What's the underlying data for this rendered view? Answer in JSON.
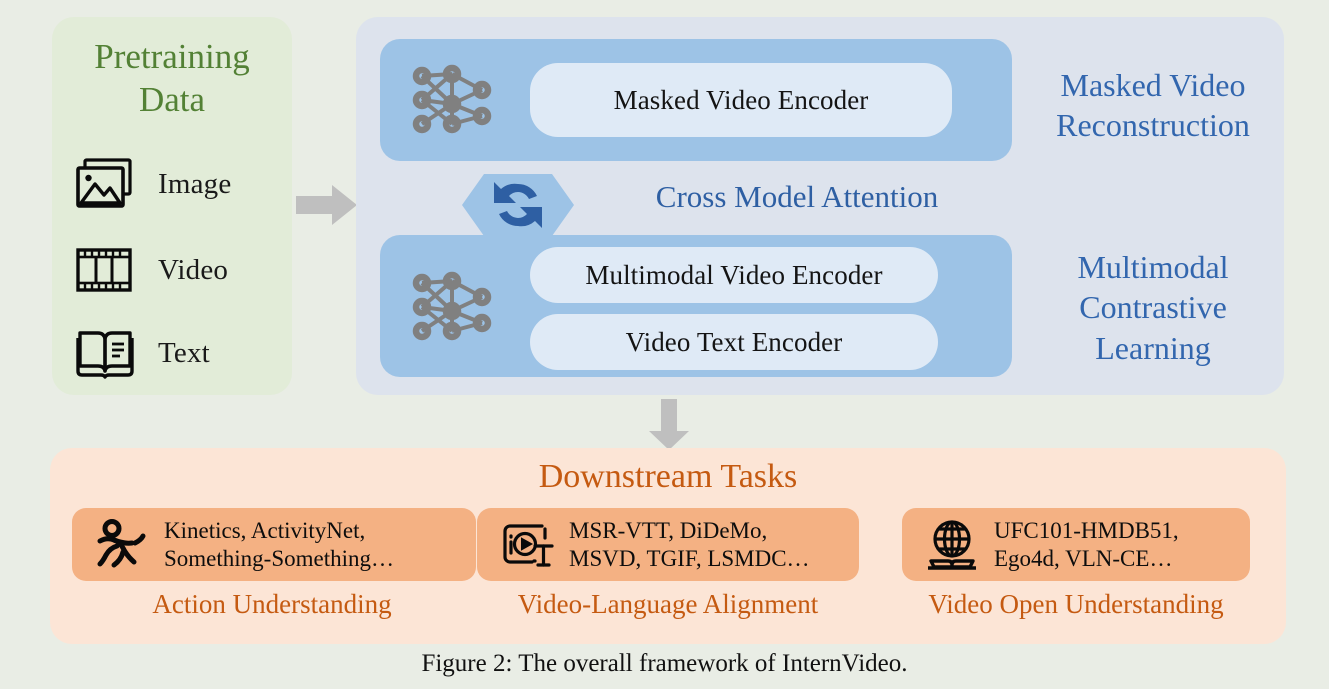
{
  "colors": {
    "page_bg": "#e9ede5",
    "pretrain_bg": "#e2ecd8",
    "pretrain_title": "#538135",
    "model_panel_bg": "#dde3ed",
    "encoder_block": "#9dc3e6",
    "pill_bg": "#dfeaf6",
    "accent_blue": "#2e5fa3",
    "tasks_panel_bg": "#fce5d6",
    "task_chip_bg": "#f4b183",
    "tasks_accent": "#c55a11",
    "arrow_gray": "#bfbfbf",
    "nn_icon_gray": "#808080"
  },
  "pretraining": {
    "title": "Pretraining\nData",
    "items": [
      {
        "icon": "image-icon",
        "label": "Image"
      },
      {
        "icon": "video-film-icon",
        "label": "Video"
      },
      {
        "icon": "book-icon",
        "label": "Text"
      }
    ]
  },
  "arrows": {
    "data_to_model": "right-arrow-icon",
    "model_to_tasks": "down-arrow-icon",
    "contrastive": "double-curved-arrow-icon"
  },
  "model": {
    "masked_block": {
      "icon": "neural-network-icon",
      "pill_label": "Masked Video Encoder"
    },
    "cross_attention": {
      "icon": "sync-arrows-icon",
      "label": "Cross Model Attention"
    },
    "multimodal_block": {
      "icon": "neural-network-icon",
      "pills": [
        "Multimodal Video Encoder",
        "Video Text Encoder"
      ]
    },
    "stage_labels": [
      "Masked Video\nReconstruction",
      "Multimodal\nContrastive\nLearning"
    ]
  },
  "downstream": {
    "title": "Downstream Tasks",
    "tasks": [
      {
        "icon": "running-person-icon",
        "datasets": "Kinetics, ActivityNet,\nSomething-Something…",
        "caption": "Action Understanding"
      },
      {
        "icon": "video-text-icon",
        "datasets": "MSR-VTT, DiDeMo,\nMSVD, TGIF, LSMDC…",
        "caption": "Video-Language Alignment"
      },
      {
        "icon": "globe-book-icon",
        "datasets": "UFC101-HMDB51,\nEgo4d, VLN-CE…",
        "caption": "Video Open Understanding"
      }
    ]
  },
  "caption": "Figure 2: The overall framework of InternVideo."
}
